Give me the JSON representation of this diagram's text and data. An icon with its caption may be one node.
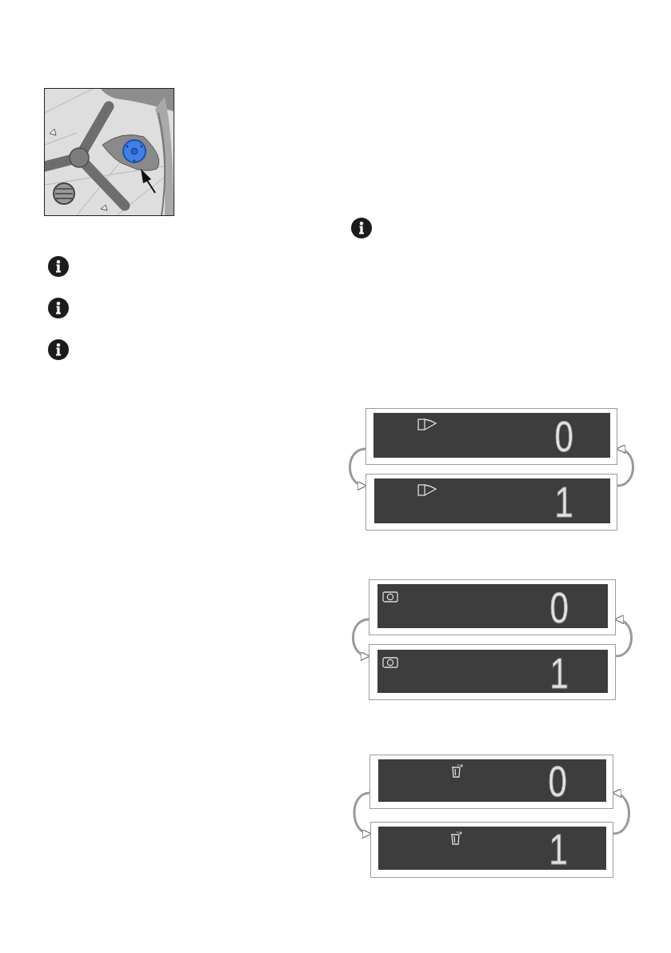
{
  "diagram": {
    "nodes": [
      {
        "text": [
          "0"
        ]
      },
      {
        "text": [
          "1"
        ]
      },
      {
        "text": [
          "0"
        ]
      },
      {
        "text": [
          "1"
        ]
      },
      {
        "text": [
          "0"
        ]
      },
      {
        "text": [
          "1"
        ]
      }
    ],
    "edges": [
      {
        "from": 0,
        "to": 1,
        "arrow": "to"
      },
      {
        "from": 1,
        "to": 0,
        "arrow": "to"
      },
      {
        "from": 2,
        "to": 3,
        "arrow": "to"
      },
      {
        "from": 3,
        "to": 2,
        "arrow": "to"
      },
      {
        "from": 4,
        "to": 5,
        "arrow": "to"
      },
      {
        "from": 5,
        "to": 4,
        "arrow": "to"
      }
    ]
  }
}
